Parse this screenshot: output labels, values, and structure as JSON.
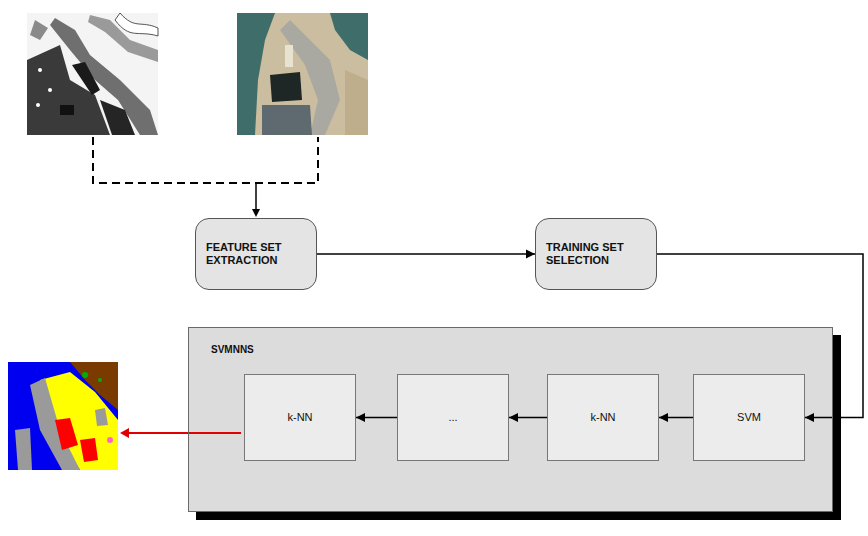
{
  "diagram": {
    "nodes": [
      {
        "text": [
          "FEATURE SET EXTRACTION"
        ]
      },
      {
        "text": [
          "TRAINING SET SELECTION"
        ]
      },
      {
        "text": [
          "SVMNNS"
        ]
      },
      {
        "text": [
          "k-NN"
        ],
        "in": 2
      },
      {
        "text": [
          "..."
        ],
        "in": 2
      },
      {
        "text": [
          "k-NN"
        ],
        "in": 2
      },
      {
        "text": [
          "SVM"
        ],
        "in": 2
      }
    ],
    "edges": [
      {
        "from": 0,
        "to": 1,
        "arrow": "to"
      },
      {
        "from": 1,
        "to": 6,
        "arrow": "to"
      },
      {
        "from": 6,
        "to": 5,
        "arrow": "to"
      },
      {
        "from": 5,
        "to": 4,
        "arrow": "to"
      },
      {
        "from": 4,
        "to": 3,
        "arrow": "to"
      }
    ]
  }
}
